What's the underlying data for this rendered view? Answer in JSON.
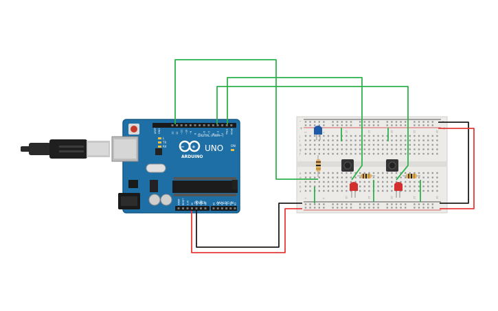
{
  "board": {
    "brand": "ARDUINO",
    "model": "UNO",
    "header_digital": "DIGITAL (PWM~)",
    "header_power": "POWER",
    "header_analog": "ANALOG IN",
    "on_label": "ON",
    "tx_label": "TX",
    "rx_label": "RX",
    "l_label": "L",
    "aref": "AREF",
    "gnd": "GND",
    "digital_pins": [
      "13",
      "12",
      "~11",
      "~10",
      "~9",
      "8",
      "7",
      "~6",
      "~5",
      "4",
      "~3",
      "2",
      "TX▸1",
      "RX◂0"
    ],
    "power_pins": [
      "IOREF",
      "RESET",
      "3.3V",
      "5V",
      "GND",
      "GND",
      "Vin"
    ],
    "analog_pins": [
      "A0",
      "A1",
      "A2",
      "A3",
      "A4",
      "A5"
    ]
  },
  "breadboard": {
    "row_letters_top": [
      "j",
      "i",
      "h",
      "g",
      "f"
    ],
    "row_letters_bottom": [
      "e",
      "d",
      "c",
      "b",
      "a"
    ],
    "columns": [
      "1",
      "5",
      "10",
      "15",
      "20",
      "25",
      "30"
    ],
    "plus": "+",
    "minus": "-"
  },
  "colors": {
    "pcb": "#1e6fa6",
    "pcb_edge": "#155a87",
    "wire_green": "#2db14a",
    "wire_red": "#e53935",
    "wire_black": "#1a1a1a",
    "led_red": "#d32f2f",
    "led_blue": "#1e5aa8",
    "breadboard": "#ecebe8"
  }
}
